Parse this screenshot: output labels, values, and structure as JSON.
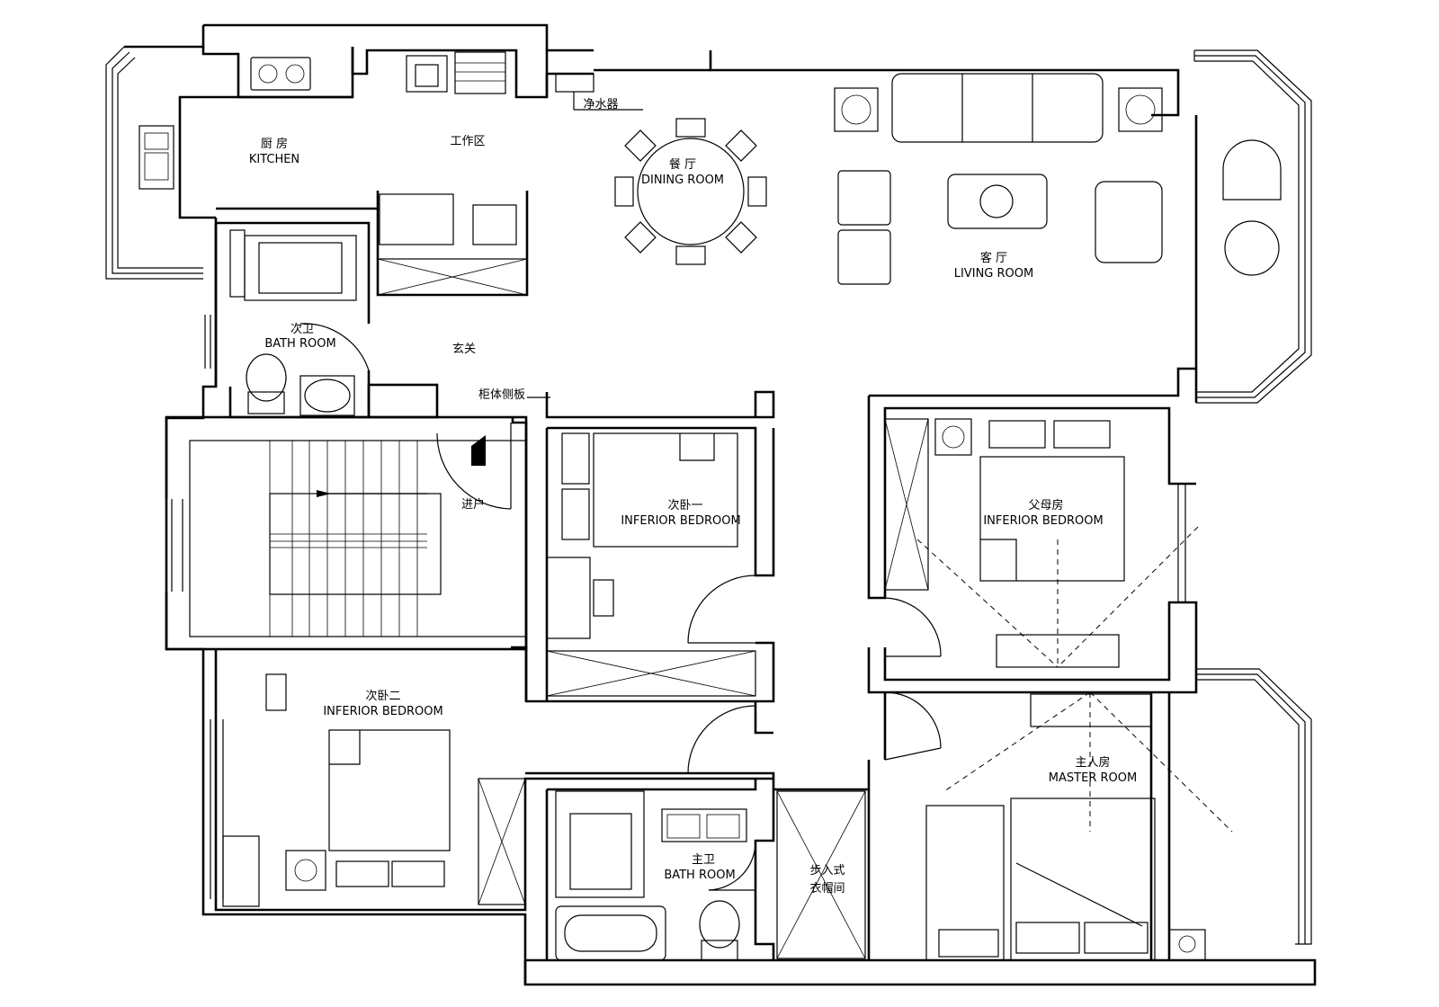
{
  "rooms": {
    "kitchen": {
      "cn": "厨 房",
      "en": "KITCHEN"
    },
    "work_area": {
      "cn": "工作区"
    },
    "water_purifier": {
      "cn": "净水器"
    },
    "dining": {
      "cn": "餐 厅",
      "en": "DINING ROOM"
    },
    "living": {
      "cn": "客 厅",
      "en": "LIVING ROOM"
    },
    "secondary_bath": {
      "cn": "次卫",
      "en": "BATH ROOM"
    },
    "foyer": {
      "cn": "玄关"
    },
    "cabinet_side": {
      "cn": "柜体侧板"
    },
    "entrance": {
      "cn": "进户"
    },
    "bedroom1": {
      "cn": "次卧一",
      "en": "INFERIOR BEDROOM"
    },
    "parents": {
      "cn": "父母房",
      "en": "INFERIOR BEDROOM"
    },
    "bedroom2": {
      "cn": "次卧二",
      "en": "INFERIOR BEDROOM"
    },
    "master_bath": {
      "cn": "主卫",
      "en": "BATH ROOM"
    },
    "walk_in": {
      "cn": "步入式",
      "cn2": "衣帽间"
    },
    "master": {
      "cn": "主人房",
      "en": "MASTER ROOM"
    }
  },
  "colors": {
    "line": "#000000",
    "background": "#ffffff"
  }
}
